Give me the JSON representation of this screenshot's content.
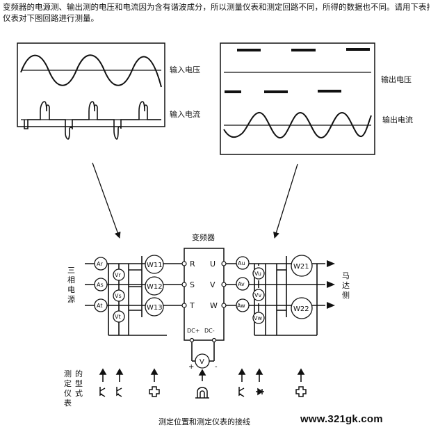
{
  "intro": {
    "line1": "变频器的电源测、输出测的电压和电流因为含有谐波成分，所以测量仪表和测定回路不同，所得的数据也不同。请用下表指定的",
    "line2": "仪表对下图回路进行测量。"
  },
  "waveforms": {
    "input_voltage": "输入电压",
    "input_current": "输入电流",
    "output_voltage": "输出电压",
    "output_current": "输出电流"
  },
  "circuit": {
    "inverter_title": "变频器",
    "source_label": [
      "三",
      "相",
      "电",
      "源"
    ],
    "motor_label": [
      "马",
      "达",
      "侧"
    ],
    "input_terminals": [
      "R",
      "S",
      "T"
    ],
    "output_terminals": [
      "U",
      "V",
      "W"
    ],
    "dc_plus": "DC+",
    "dc_minus": "DC-",
    "plus": "+",
    "minus": "-",
    "ammeters_in": [
      "Ar",
      "As",
      "At"
    ],
    "voltmeters_in": [
      "Vr",
      "Vs",
      "Vt"
    ],
    "wattmeters_in": [
      "W11",
      "W12",
      "W13"
    ],
    "ammeters_out": [
      "Au",
      "Av",
      "Aw"
    ],
    "voltmeters_out": [
      "Vu",
      "Vv",
      "Vw"
    ],
    "wattmeters_out": [
      "W21",
      "W22"
    ],
    "dc_voltmeter": "V"
  },
  "meter_types": {
    "label_col1": [
      "测",
      "定",
      "仪",
      "表"
    ],
    "label_col2": [
      "的",
      "型",
      "式"
    ]
  },
  "caption": "测定位置和测定仪表的接线",
  "watermark": "www.321gk.com"
}
